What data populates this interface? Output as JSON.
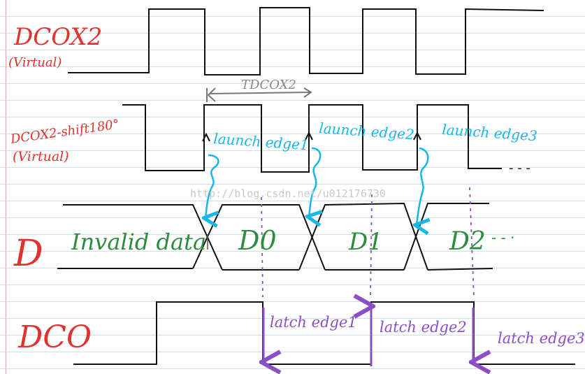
{
  "signals": {
    "dcox2": {
      "name": "DCOX2",
      "sub": "(Virtual)"
    },
    "dcox2_shift": {
      "name": "DCOX2-shift180°",
      "sub": "(Virtual)"
    },
    "d": {
      "name": "D"
    },
    "dco": {
      "name": "DCO"
    }
  },
  "period_label": "TDCOX2",
  "launch_edges": [
    "launch edge1",
    "launch edge2",
    "launch edge3"
  ],
  "data_labels": {
    "invalid": "Invalid data",
    "d0": "D0",
    "d1": "D1",
    "d2": "D2",
    "ellipsis": "- - ·"
  },
  "shift_ellipsis": "- - -",
  "latch_edges": [
    "latch edge1",
    "latch edge2",
    "latch edge3"
  ],
  "watermark": "http://blog.csdn.net/u012176730",
  "colors": {
    "ink": "#111111",
    "red": "#e0322f",
    "cyan": "#19b6e8",
    "green": "#2e8b40",
    "purple": "#8a4fc4",
    "gray": "#888888"
  }
}
